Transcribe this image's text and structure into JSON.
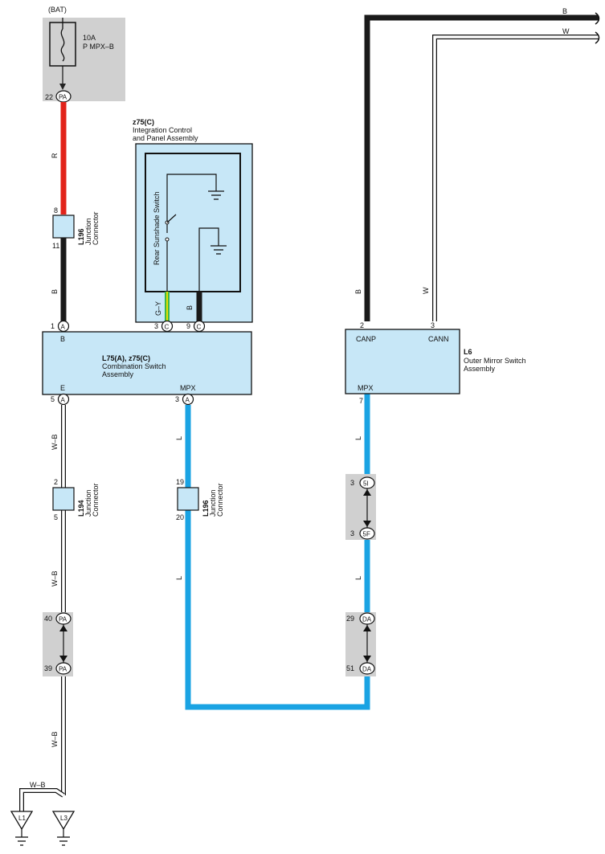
{
  "colors": {
    "red_wire": "#e2231a",
    "black_wire": "#1a1a1a",
    "blue_wire": "#1aa3e3",
    "green_yellow_wire": "#3cb54a",
    "component_fill": "#c7e7f7",
    "connector_shade": "#d0d0d0"
  },
  "fuse": {
    "source": "(BAT)",
    "rating": "10A",
    "name": "P MPX–B",
    "pin": "22",
    "connector": "PA"
  },
  "wire_colors": {
    "r": "R",
    "b": "B",
    "w": "W",
    "l": "L",
    "wb": "W–B",
    "gy": "G–Y"
  },
  "z75": {
    "code": "z75(C)",
    "name_line1": "Integration Control",
    "name_line2": "and Panel Assembly",
    "switch_label": "Rear Sunshade Switch"
  },
  "combination_switch": {
    "codes": "L75(A), z75(C)",
    "name_line1": "Combination Switch",
    "name_line2": "Assembly",
    "term_b": "B",
    "term_e": "E",
    "term_mpx": "MPX",
    "pin1": "1",
    "pin1_conn": "A",
    "pin3c": "3",
    "pin3c_conn": "C",
    "pin9": "9",
    "pin9_conn": "C",
    "pin5": "5",
    "pin5_conn": "A",
    "pin3a": "3",
    "pin3a_conn": "A"
  },
  "l196_top": {
    "code": "L196",
    "name_line1": "Junction",
    "name_line2": "Connector",
    "pin_in": "8",
    "pin_out": "11"
  },
  "l194": {
    "code": "L194",
    "name_line1": "Junction",
    "name_line2": "Connector",
    "pin_in": "2",
    "pin_out": "5"
  },
  "l196_mid": {
    "code": "L196",
    "name_line1": "Junction",
    "name_line2": "Connector",
    "pin_in": "19",
    "pin_out": "20"
  },
  "pa_pair": {
    "pin_top": "40",
    "pin_bottom": "39",
    "conn": "PA"
  },
  "outer_mirror": {
    "code": "L6",
    "name_line1": "Outer Mirror Switch",
    "name_line2": "Assembly",
    "term_canp": "CANP",
    "term_cann": "CANN",
    "term_mpx": "MPX",
    "pin_canp": "2",
    "pin_cann": "3",
    "pin_mpx": "7"
  },
  "conn_5": {
    "pin_top": "3",
    "conn_top": "5I",
    "pin_bottom": "3",
    "conn_bottom": "5F"
  },
  "conn_da": {
    "pin_top": "29",
    "pin_bottom": "51",
    "conn": "DA"
  },
  "grounds": {
    "left": "L1",
    "right": "L3"
  }
}
